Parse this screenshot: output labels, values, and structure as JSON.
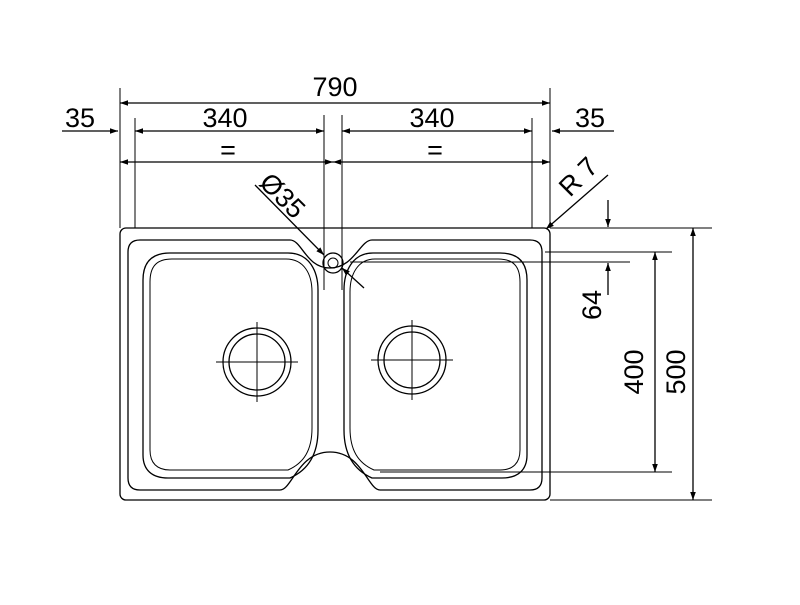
{
  "drawing": {
    "subject": "double bowl sink",
    "dimensions": {
      "overall_width": "790",
      "left_margin": "35",
      "right_margin": "35",
      "bowl_left_width": "340",
      "bowl_right_width": "340",
      "equal_left": "=",
      "equal_right": "=",
      "drain_diameter": "Ø35",
      "corner_radius": "R 7",
      "tap_offset": "64",
      "bowl_height": "400",
      "overall_height": "500"
    }
  }
}
